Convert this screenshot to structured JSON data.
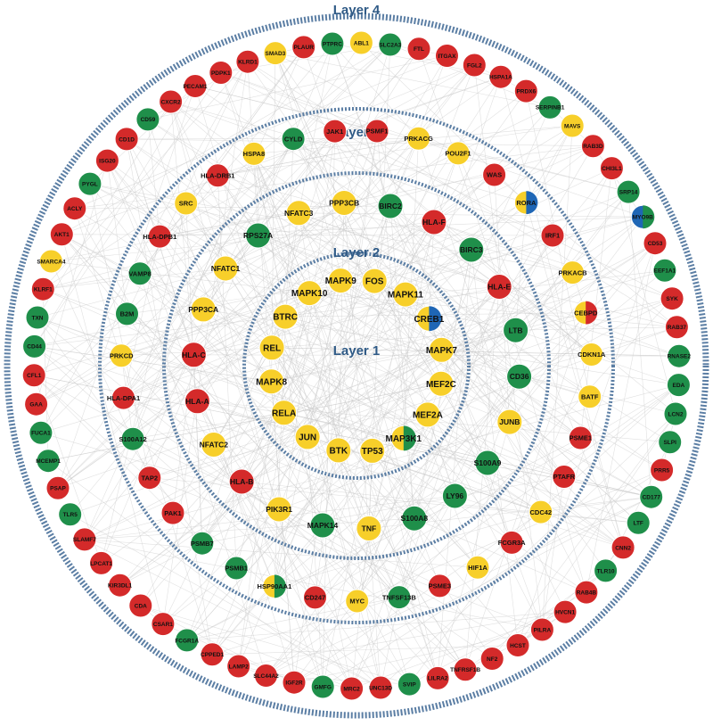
{
  "colors": {
    "red": "#d42a2a",
    "green": "#1f8f4a",
    "yellow": "#f7cf2a",
    "blue": "#1f66b5",
    "ring": "#5b7ea4",
    "title": "#2f5a86",
    "edge": "#c8c8c8"
  },
  "layers": [
    {
      "title": "Layer 1",
      "nodes": [
        {
          "label": "FOS",
          "color": "yellow"
        },
        {
          "label": "MAPK11",
          "color": "yellow"
        },
        {
          "label": "CREB1",
          "color": "yellow",
          "color2": "blue"
        },
        {
          "label": "MAPK7",
          "color": "yellow"
        },
        {
          "label": "MEF2C",
          "color": "yellow"
        },
        {
          "label": "MEF2A",
          "color": "yellow"
        },
        {
          "label": "MAP3K1",
          "color": "yellow",
          "color2": "green"
        },
        {
          "label": "TP53",
          "color": "yellow"
        },
        {
          "label": "BTK",
          "color": "yellow"
        },
        {
          "label": "JUN",
          "color": "yellow"
        },
        {
          "label": "RELA",
          "color": "yellow"
        },
        {
          "label": "MAPK8",
          "color": "yellow"
        },
        {
          "label": "REL",
          "color": "yellow"
        },
        {
          "label": "BTRC",
          "color": "yellow"
        },
        {
          "label": "MAPK10",
          "color": "yellow"
        },
        {
          "label": "MAPK9",
          "color": "yellow"
        }
      ]
    },
    {
      "title": "Layer 2",
      "nodes": [
        {
          "label": "BIRC2",
          "color": "green"
        },
        {
          "label": "HLA-F",
          "color": "red"
        },
        {
          "label": "BIRC3",
          "color": "green"
        },
        {
          "label": "HLA-E",
          "color": "red"
        },
        {
          "label": "LTB",
          "color": "green"
        },
        {
          "label": "CD36",
          "color": "green"
        },
        {
          "label": "JUNB",
          "color": "yellow"
        },
        {
          "label": "S100A9",
          "color": "green"
        },
        {
          "label": "LY96",
          "color": "green"
        },
        {
          "label": "S100A8",
          "color": "green"
        },
        {
          "label": "TNF",
          "color": "yellow"
        },
        {
          "label": "MAPK14",
          "color": "green"
        },
        {
          "label": "PIK3R1",
          "color": "yellow"
        },
        {
          "label": "HLA-B",
          "color": "red"
        },
        {
          "label": "NFATC2",
          "color": "yellow"
        },
        {
          "label": "HLA-A",
          "color": "red"
        },
        {
          "label": "HLA-C",
          "color": "red"
        },
        {
          "label": "PPP3CA",
          "color": "yellow"
        },
        {
          "label": "NFATC1",
          "color": "yellow"
        },
        {
          "label": "RPS27A",
          "color": "green"
        },
        {
          "label": "NFATC3",
          "color": "yellow"
        },
        {
          "label": "PPP3CB",
          "color": "yellow"
        }
      ]
    },
    {
      "title": "Layer 3",
      "nodes": [
        {
          "label": "PSMF1",
          "color": "red"
        },
        {
          "label": "PRKACG",
          "color": "yellow"
        },
        {
          "label": "POU2F1",
          "color": "yellow"
        },
        {
          "label": "WAS",
          "color": "red"
        },
        {
          "label": "RORA",
          "color": "yellow",
          "color2": "blue"
        },
        {
          "label": "IRF1",
          "color": "red"
        },
        {
          "label": "PRKACB",
          "color": "yellow"
        },
        {
          "label": "CEBPD",
          "color": "yellow",
          "color2": "red"
        },
        {
          "label": "CDKN1A",
          "color": "yellow"
        },
        {
          "label": "BATF",
          "color": "yellow"
        },
        {
          "label": "PSME1",
          "color": "red"
        },
        {
          "label": "PTAFR",
          "color": "red"
        },
        {
          "label": "CDC42",
          "color": "yellow"
        },
        {
          "label": "FCGR3A",
          "color": "red"
        },
        {
          "label": "HIF1A",
          "color": "yellow"
        },
        {
          "label": "PSME3",
          "color": "red"
        },
        {
          "label": "TNFSF13B",
          "color": "green"
        },
        {
          "label": "MYC",
          "color": "yellow"
        },
        {
          "label": "CD247",
          "color": "red"
        },
        {
          "label": "HSP90AA1",
          "color": "yellow",
          "color2": "green"
        },
        {
          "label": "PSMB1",
          "color": "green"
        },
        {
          "label": "PSMB7",
          "color": "green"
        },
        {
          "label": "PAK1",
          "color": "red"
        },
        {
          "label": "TAP2",
          "color": "red"
        },
        {
          "label": "S100A12",
          "color": "green"
        },
        {
          "label": "HLA-DPA1",
          "color": "red"
        },
        {
          "label": "PRKCD",
          "color": "yellow"
        },
        {
          "label": "B2M",
          "color": "green"
        },
        {
          "label": "VAMP8",
          "color": "green"
        },
        {
          "label": "HLA-DPB1",
          "color": "red"
        },
        {
          "label": "SRC",
          "color": "yellow"
        },
        {
          "label": "HLA-DRB1",
          "color": "red"
        },
        {
          "label": "HSPA8",
          "color": "yellow"
        },
        {
          "label": "CYLD",
          "color": "green"
        },
        {
          "label": "JAK1",
          "color": "red"
        }
      ]
    },
    {
      "title": "Layer 4",
      "nodes": [
        {
          "label": "SLC2A3",
          "color": "green"
        },
        {
          "label": "FTL",
          "color": "red"
        },
        {
          "label": "ITGAX",
          "color": "red"
        },
        {
          "label": "FGL2",
          "color": "red"
        },
        {
          "label": "HSPA1A",
          "color": "red"
        },
        {
          "label": "PRDX6",
          "color": "red"
        },
        {
          "label": "SERPINB1",
          "color": "green"
        },
        {
          "label": "MAVS",
          "color": "yellow"
        },
        {
          "label": "RAB3D",
          "color": "red"
        },
        {
          "label": "CHI3L1",
          "color": "red"
        },
        {
          "label": "SRP14",
          "color": "green"
        },
        {
          "label": "MYO9B",
          "color": "blue",
          "color2": "green"
        },
        {
          "label": "CD53",
          "color": "red"
        },
        {
          "label": "EEF1A1",
          "color": "green"
        },
        {
          "label": "SYK",
          "color": "red"
        },
        {
          "label": "RAB37",
          "color": "red"
        },
        {
          "label": "RNASE2",
          "color": "green"
        },
        {
          "label": "EDA",
          "color": "green"
        },
        {
          "label": "LCN2",
          "color": "green"
        },
        {
          "label": "SLPI",
          "color": "green"
        },
        {
          "label": "PRR5",
          "color": "red"
        },
        {
          "label": "CD177",
          "color": "green"
        },
        {
          "label": "LTF",
          "color": "green"
        },
        {
          "label": "CNN2",
          "color": "red"
        },
        {
          "label": "TLR10",
          "color": "green"
        },
        {
          "label": "RAB4B",
          "color": "red"
        },
        {
          "label": "HVCN1",
          "color": "red"
        },
        {
          "label": "PILRA",
          "color": "red"
        },
        {
          "label": "HCST",
          "color": "red"
        },
        {
          "label": "NF2",
          "color": "red"
        },
        {
          "label": "TNFRSF1B",
          "color": "red"
        },
        {
          "label": "LILRA2",
          "color": "red"
        },
        {
          "label": "SVIP",
          "color": "green"
        },
        {
          "label": "UNC13D",
          "color": "red"
        },
        {
          "label": "MRC2",
          "color": "red"
        },
        {
          "label": "GMFG",
          "color": "green"
        },
        {
          "label": "IGF2R",
          "color": "red"
        },
        {
          "label": "SLC44A2",
          "color": "red"
        },
        {
          "label": "LAMP2",
          "color": "red"
        },
        {
          "label": "CPPED1",
          "color": "red"
        },
        {
          "label": "FCGR1A",
          "color": "green"
        },
        {
          "label": "CSAR1",
          "color": "red"
        },
        {
          "label": "CDA",
          "color": "red"
        },
        {
          "label": "KIR3DL1",
          "color": "red"
        },
        {
          "label": "LPCAT1",
          "color": "red"
        },
        {
          "label": "SLAMF7",
          "color": "red"
        },
        {
          "label": "TLR5",
          "color": "green"
        },
        {
          "label": "PSAP",
          "color": "red"
        },
        {
          "label": "MCEMP1",
          "color": "green"
        },
        {
          "label": "FUCA1",
          "color": "green"
        },
        {
          "label": "GAA",
          "color": "red"
        },
        {
          "label": "CFL1",
          "color": "red"
        },
        {
          "label": "CD44",
          "color": "green"
        },
        {
          "label": "TXN",
          "color": "green"
        },
        {
          "label": "KLRF1",
          "color": "red"
        },
        {
          "label": "SMARCA4",
          "color": "yellow"
        },
        {
          "label": "AKT1",
          "color": "red"
        },
        {
          "label": "ACLY",
          "color": "red"
        },
        {
          "label": "PYGL",
          "color": "green"
        },
        {
          "label": "ISG20",
          "color": "red"
        },
        {
          "label": "CD1D",
          "color": "red"
        },
        {
          "label": "CD59",
          "color": "green"
        },
        {
          "label": "CXCR2",
          "color": "red"
        },
        {
          "label": "PECAM1",
          "color": "red"
        },
        {
          "label": "PDPK1",
          "color": "red"
        },
        {
          "label": "KLRD1",
          "color": "red"
        },
        {
          "label": "SMAD3",
          "color": "yellow"
        },
        {
          "label": "PLAUR",
          "color": "red"
        },
        {
          "label": "PTPRC",
          "color": "green"
        },
        {
          "label": "ABL1",
          "color": "yellow"
        }
      ]
    }
  ]
}
